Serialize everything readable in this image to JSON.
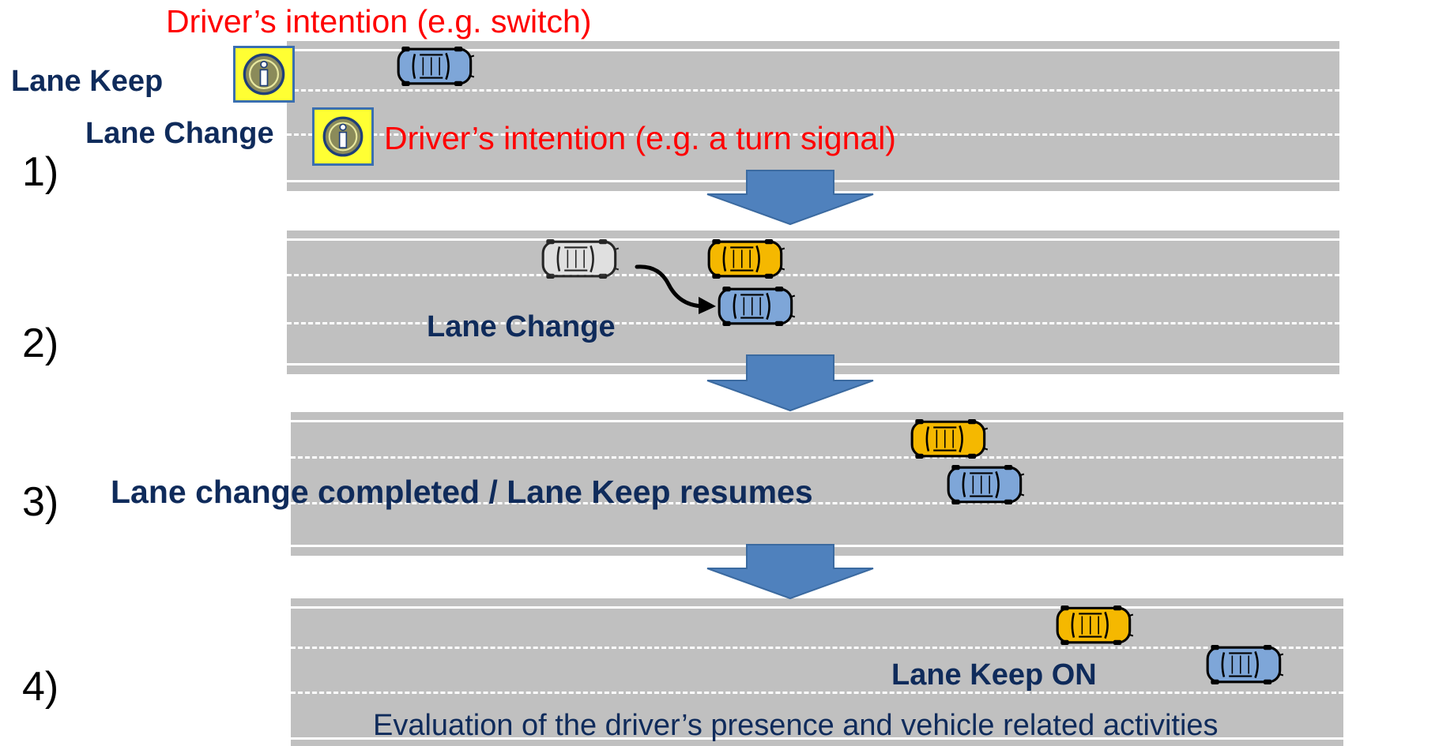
{
  "steps": {
    "s1": "1)",
    "s2": "2)",
    "s3": "3)",
    "s4": "4)"
  },
  "labels": {
    "intention_switch": "Driver’s intention (e.g. switch)",
    "lane_keep": "Lane Keep",
    "lane_change": "Lane Change",
    "intention_turn_signal": "Driver’s intention (e.g. a turn signal)",
    "lane_change_step2": "Lane Change",
    "lane_change_completed": "Lane change completed / Lane Keep resumes",
    "lane_keep_on": "Lane Keep ON",
    "evaluation": "Evaluation of the driver’s presence and vehicle related activities"
  },
  "colors": {
    "road": "#c0c0c0",
    "arrow": "#4f81bd",
    "label_navy": "#0f2b5b",
    "intention_red": "#ff0000",
    "ego_car": "#7ea6d8",
    "other_car": "#f5b800",
    "ghost_car": "#e8e8e8",
    "info_icon_bg": "#ffff33"
  },
  "icons": {
    "info": "info-icon",
    "car": "car-top-view-icon",
    "arrow": "down-arrow-icon",
    "trajectory": "curved-arrow-icon"
  }
}
